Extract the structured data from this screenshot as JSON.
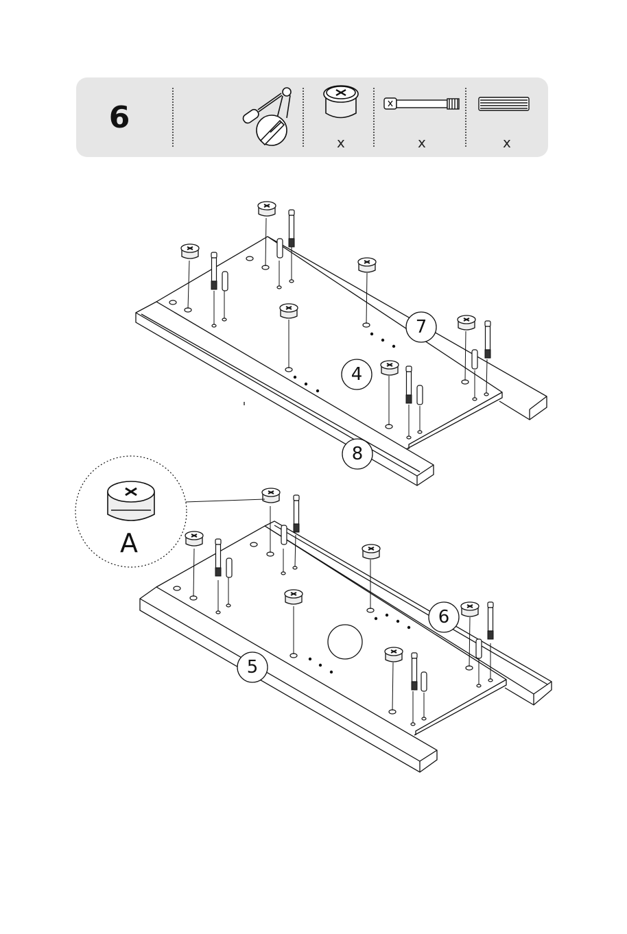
{
  "header": {
    "step_number": "6",
    "tools": [
      {
        "icon": "phillips-screwdriver-icon"
      }
    ],
    "hardware": [
      {
        "icon": "cam-lock-nut-icon",
        "qty_label": "x"
      },
      {
        "icon": "cam-bolt-icon",
        "qty_label": "x"
      },
      {
        "icon": "wooden-dowel-icon",
        "qty_label": "x"
      }
    ]
  },
  "diagram": {
    "upper_assembly": {
      "part_labels": [
        "7",
        "4",
        "8"
      ]
    },
    "lower_assembly": {
      "part_labels": [
        "6",
        "5"
      ]
    },
    "detail": {
      "label": "A"
    }
  }
}
